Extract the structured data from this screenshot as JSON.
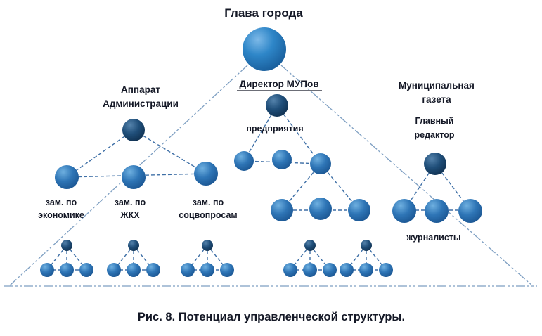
{
  "figure": {
    "title": "Глава города",
    "caption": "Рис. 8. Потенциал управленческой структуры."
  },
  "administration": {
    "label1": "Аппарат",
    "label2": "Администрации",
    "deputies": [
      {
        "line1": "зам. по",
        "line2": "экономике"
      },
      {
        "line1": "зам. по",
        "line2": "ЖКХ"
      },
      {
        "line1": "зам. по",
        "line2": "соцвопросам"
      }
    ]
  },
  "mup": {
    "director": "Директор МУПов",
    "enterprises": "предприятия"
  },
  "newspaper": {
    "label1": "Муниципальная",
    "label2": "газета",
    "editor1": "Главный",
    "editor2": "редактор",
    "journalists": "журналисты"
  },
  "colors": {
    "node_blue": "#2e75b6",
    "node_dark": "#1f4e79",
    "connector_line": "#3e6fa6",
    "triangle_outline": "#7e9fc2",
    "text": "#141826"
  }
}
